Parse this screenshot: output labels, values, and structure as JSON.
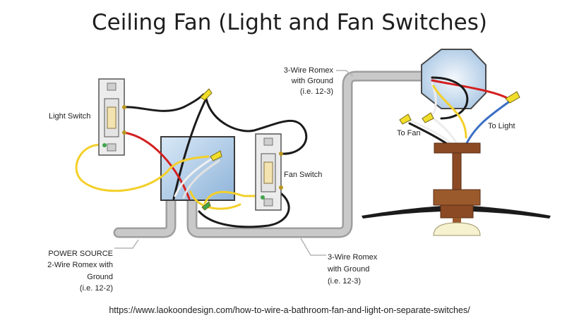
{
  "title": "Ceiling Fan (Light and Fan Switches)",
  "labels": {
    "light_switch": "Light Switch",
    "fan_switch": "Fan Switch",
    "to_fan": "To Fan",
    "to_light": "To Light",
    "romex_top": [
      "3-Wire Romex",
      "with Ground",
      "(i.e. 12-3)"
    ],
    "romex_bottom": [
      "3-Wire Romex",
      "with Ground",
      "(i.e. 12-3)"
    ],
    "power_source": [
      "POWER SOURCE",
      "2-Wire Romex with",
      "Ground",
      "(i.e. 12-2)"
    ]
  },
  "source_url": "https://www.laokoondesign.com/how-to-wire-a-bathroom-fan-and-light-on-separate-switches/",
  "colors": {
    "hot_black": "#1b1b1b",
    "red": "#d42020",
    "white": "#eeeeee",
    "ground": "#f3d02a",
    "blue": "#3a6fc4",
    "conduit": "#b7b7b7",
    "box": "#a7c8e8",
    "wood": "#8b4a24"
  }
}
